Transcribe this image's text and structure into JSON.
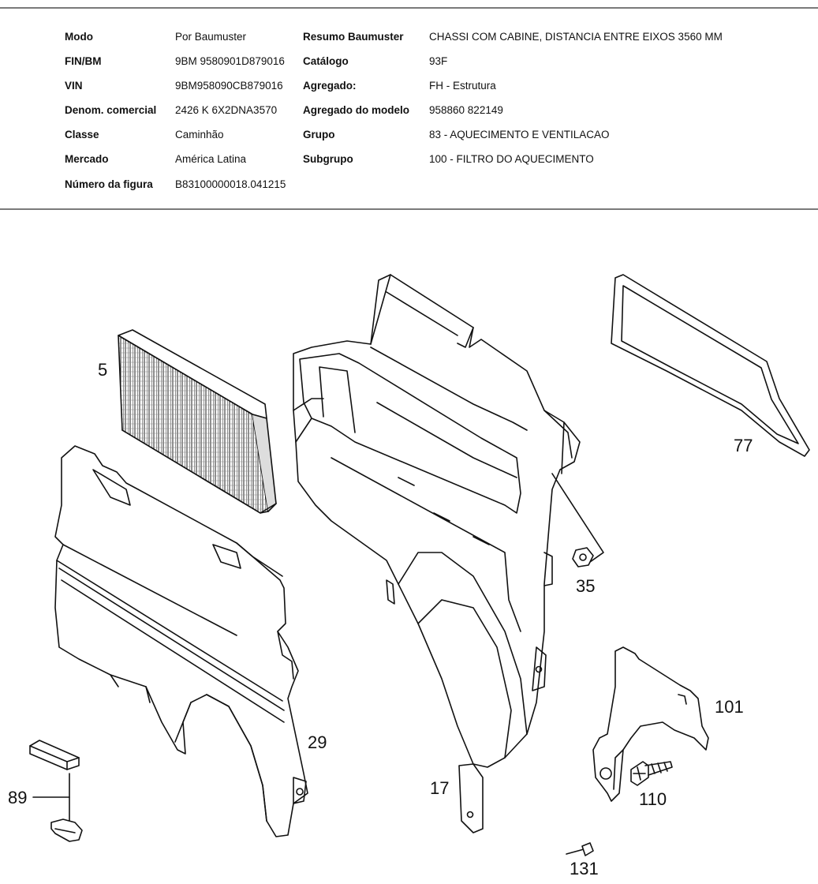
{
  "header": {
    "rows": [
      {
        "l1": "Modo",
        "v1": "Por  Baumuster",
        "l2": "Resumo  Baumuster",
        "v2": "CHASSI  COM  CABINE,  DISTANCIA  ENTRE  EIXOS  3560  MM"
      },
      {
        "l1": "FIN/BM",
        "v1": "9BM  9580901D879016",
        "l2": "Catálogo",
        "v2": "93F"
      },
      {
        "l1": "VIN",
        "v1": "9BM958090CB879016",
        "l2": "Agregado:",
        "v2": "FH  -  Estrutura"
      },
      {
        "l1": "Denom.  comercial",
        "v1": "2426  K  6X2DNA3570",
        "l2": "Agregado do modelo",
        "v2": "958860  822149"
      },
      {
        "l1": "Classe",
        "v1": "Caminhão",
        "l2": "Grupo",
        "v2": "83  -  AQUECIMENTO  E  VENTILACAO"
      },
      {
        "l1": "Mercado",
        "v1": "América Latina",
        "l2": "Subgrupo",
        "v2": "100  -  FILTRO  DO  AQUECIMENTO"
      },
      {
        "l1": "Número  da  figura",
        "v1": "B83100000018.041215",
        "l2": "",
        "v2": ""
      }
    ]
  },
  "diagram": {
    "part_labels": {
      "p5": "5",
      "p29": "29",
      "p17": "17",
      "p35": "35",
      "p77": "77",
      "p89": "89",
      "p101": "101",
      "p110": "110",
      "p131": "131"
    },
    "line_color": "#111111"
  }
}
